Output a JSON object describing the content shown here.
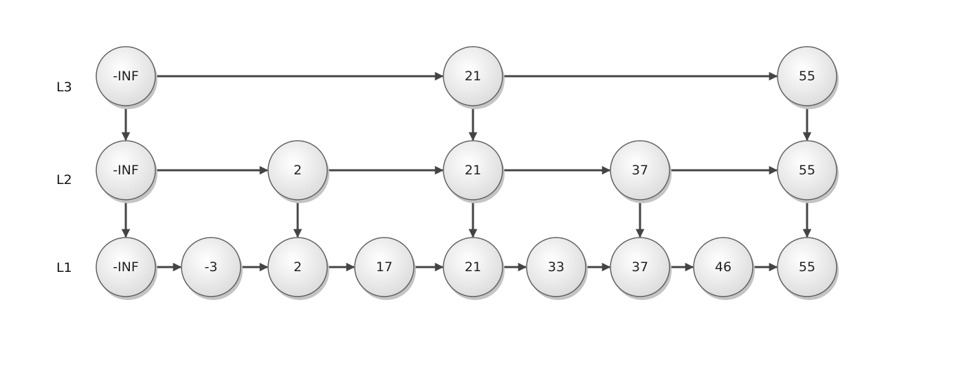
{
  "diagram": {
    "colors": {
      "arrow": "#444444",
      "node_stroke": "#606060",
      "node_fill_light": "#ffffff",
      "node_fill_dark": "#dcdcdc",
      "shadow": "#c4c4c4",
      "text": "#222222"
    },
    "levels": [
      {
        "label": "L3",
        "nodes": [
          "-INF",
          "21",
          "55"
        ]
      },
      {
        "label": "L2",
        "nodes": [
          "-INF",
          "2",
          "21",
          "37",
          "55"
        ]
      },
      {
        "label": "L1",
        "nodes": [
          "-INF",
          "-3",
          "2",
          "17",
          "21",
          "33",
          "37",
          "46",
          "55"
        ]
      }
    ]
  }
}
